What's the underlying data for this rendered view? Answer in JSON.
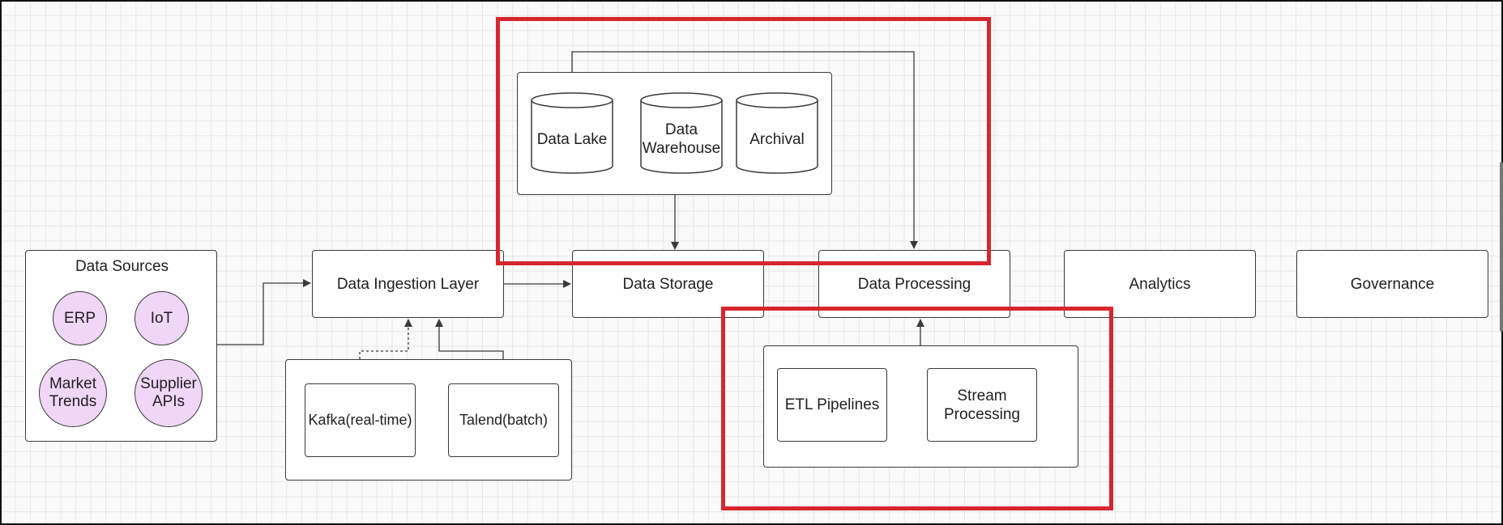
{
  "sources": {
    "title": "Data Sources",
    "items": [
      "ERP",
      "IoT",
      "Market\nTrends",
      "Supplier\nAPIs"
    ]
  },
  "ingestion": {
    "title": "Data Ingestion Layer",
    "tools": [
      "Kafka(real-time)",
      "Talend(batch)"
    ]
  },
  "storage": {
    "title": "Data Storage",
    "stores": [
      "Data Lake",
      "Data\nWarehouse",
      "Archival"
    ]
  },
  "processing": {
    "title": "Data Processing",
    "items": [
      "ETL Pipelines",
      "Stream\nProcessing"
    ]
  },
  "analytics": {
    "title": "Analytics"
  },
  "governance": {
    "title": "Governance"
  },
  "colors": {
    "highlight": "#d7262e",
    "source_fill": "#f0d6f7"
  }
}
